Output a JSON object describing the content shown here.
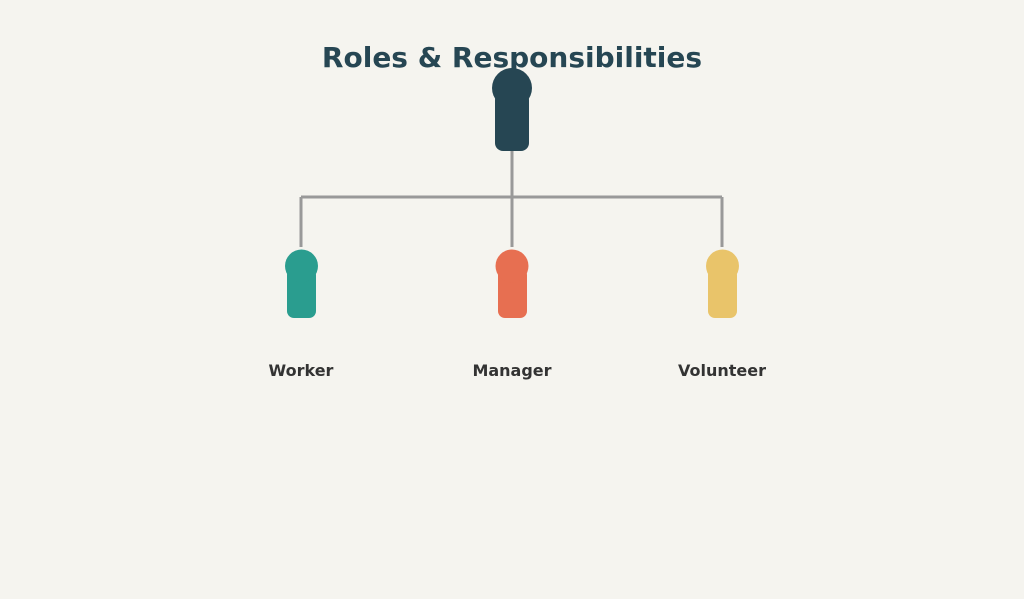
{
  "title": "Roles & Responsibilities",
  "top_node": {
    "icon": "person-icon",
    "color": "#264653"
  },
  "roles": [
    {
      "label": "Worker",
      "icon": "person-icon",
      "color": "#2a9d8f"
    },
    {
      "label": "Manager",
      "icon": "person-icon",
      "color": "#e76f51"
    },
    {
      "label": "Volunteer",
      "icon": "person-icon",
      "color": "#e9c46a"
    }
  ],
  "connector_color": "#999999"
}
